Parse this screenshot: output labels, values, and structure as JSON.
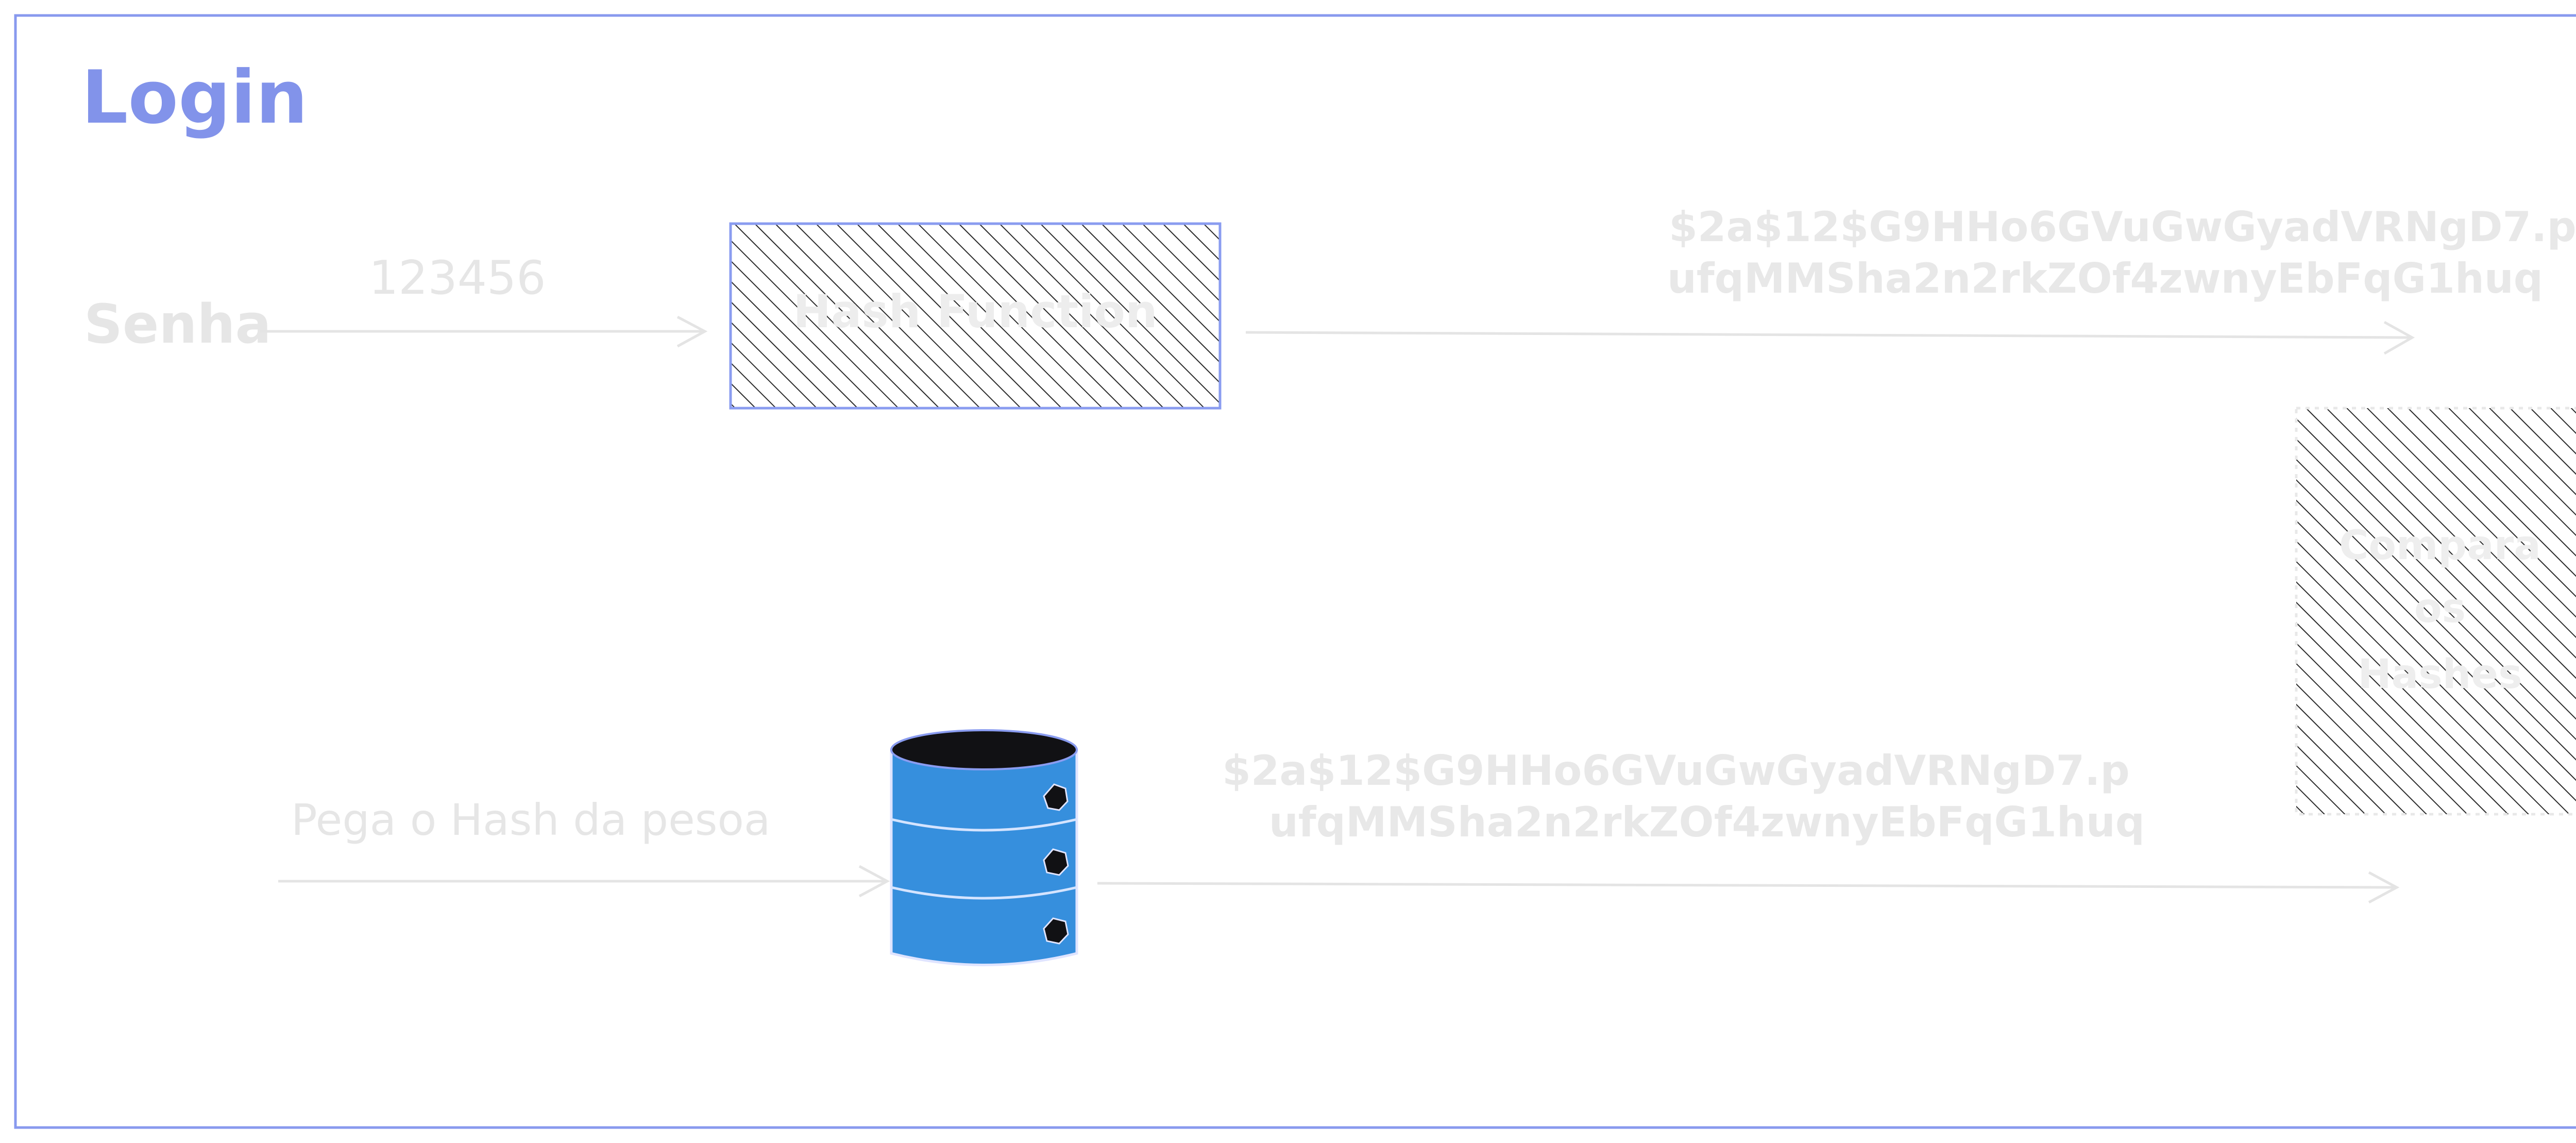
{
  "frame": {
    "title": "Login"
  },
  "nodes": {
    "password_label": "Senha",
    "password_value": "123456",
    "hash_function_label": "Hash Function",
    "compare_label_line1": "Compara",
    "compare_label_line2": "os",
    "compare_label_line3": "Hashes",
    "fetch_hash_label": "Pega o Hash da pesoa"
  },
  "edges": {
    "top_hash_line1": "$2a$12$G9HHo6GVuGwGyadVRNgD7.p",
    "top_hash_line2": "ufqMMSha2n2rkZOf4zwnyEbFqG1huq",
    "bottom_hash_line1": "$2a$12$G9HHo6GVuGwGyadVRNgD7.p",
    "bottom_hash_line2": "ufqMMSha2n2rkZOf4zwnyEbFqG1huq"
  },
  "colors": {
    "frame": "#8899ee",
    "title": "#8293ea",
    "faint_text": "#e6e6e6",
    "arrow": "#e4e4e4",
    "hatch_dark": "#2b2b2b",
    "box_border": "#8a9cf0",
    "database_blue": "#368fdd",
    "database_top": "#111114"
  },
  "icons": {
    "database": "database-cylinder-icon"
  }
}
